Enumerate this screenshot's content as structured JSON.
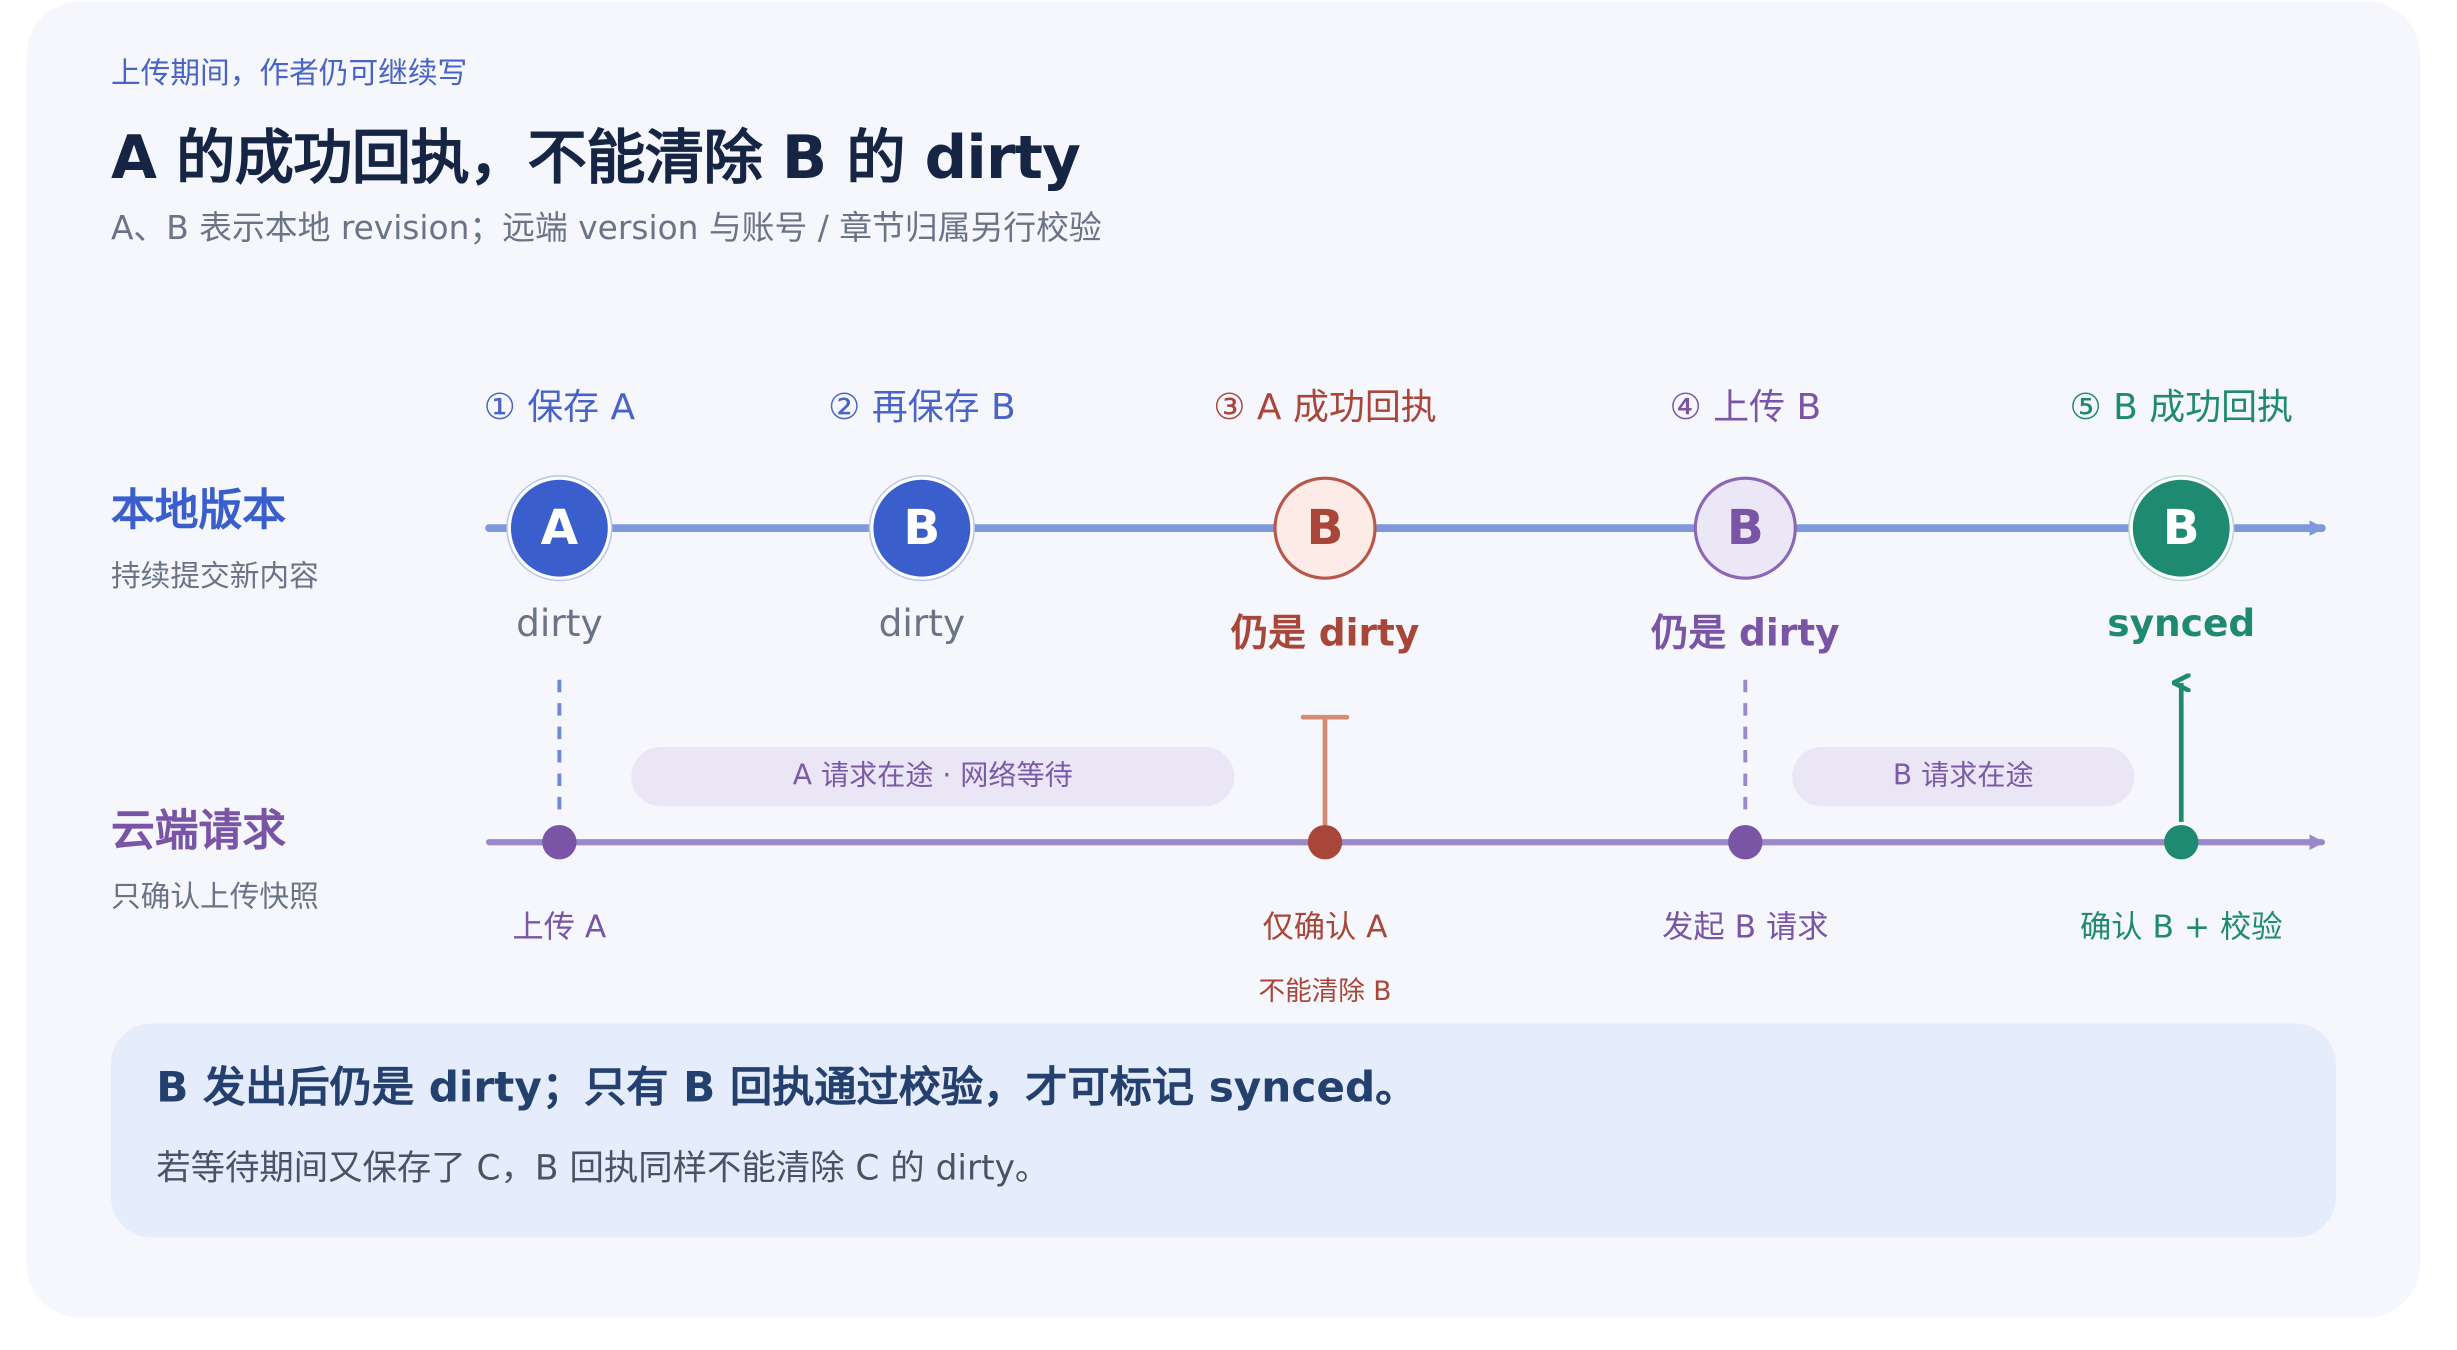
{
  "header": {
    "kicker": "上传期间，作者仍可继续写",
    "title": "A 的成功回执，不能清除 B 的 dirty",
    "subtitle": "A、B 表示本地 revision；远端 version 与账号 / 章节归属另行校验"
  },
  "lanes": {
    "local": {
      "title": "本地版本",
      "subtitle": "持续提交新内容"
    },
    "cloud": {
      "title": "云端请求",
      "subtitle": "只确认上传快照"
    }
  },
  "steps": [
    {
      "label": "① 保存 A",
      "node": "A",
      "state": "dirty",
      "request": "上传 A",
      "note": ""
    },
    {
      "label": "② 再保存 B",
      "node": "B",
      "state": "dirty",
      "request": "",
      "note": ""
    },
    {
      "label": "③ A 成功回执",
      "node": "B",
      "state": "仍是 dirty",
      "request": "仅确认 A",
      "note": "不能清除 B"
    },
    {
      "label": "④ 上传 B",
      "node": "B",
      "state": "仍是 dirty",
      "request": "发起 B 请求",
      "note": ""
    },
    {
      "label": "⑤ B 成功回执",
      "node": "B",
      "state": "synced",
      "request": "确认 B + 校验",
      "note": ""
    }
  ],
  "pills": {
    "a_in_flight": "A 请求在途 · 网络等待",
    "b_in_flight": "B 请求在途"
  },
  "callout": {
    "main": "B 发出后仍是 dirty；只有 B 回执通过校验，才可标记 synced。",
    "sub": "若等待期间又保存了 C，B 回执同样不能清除 C 的 dirty。"
  },
  "colors": {
    "blue": "#3a5fcd",
    "purple": "#7a55a6",
    "red": "#a9463a",
    "green": "#1f8a72"
  }
}
